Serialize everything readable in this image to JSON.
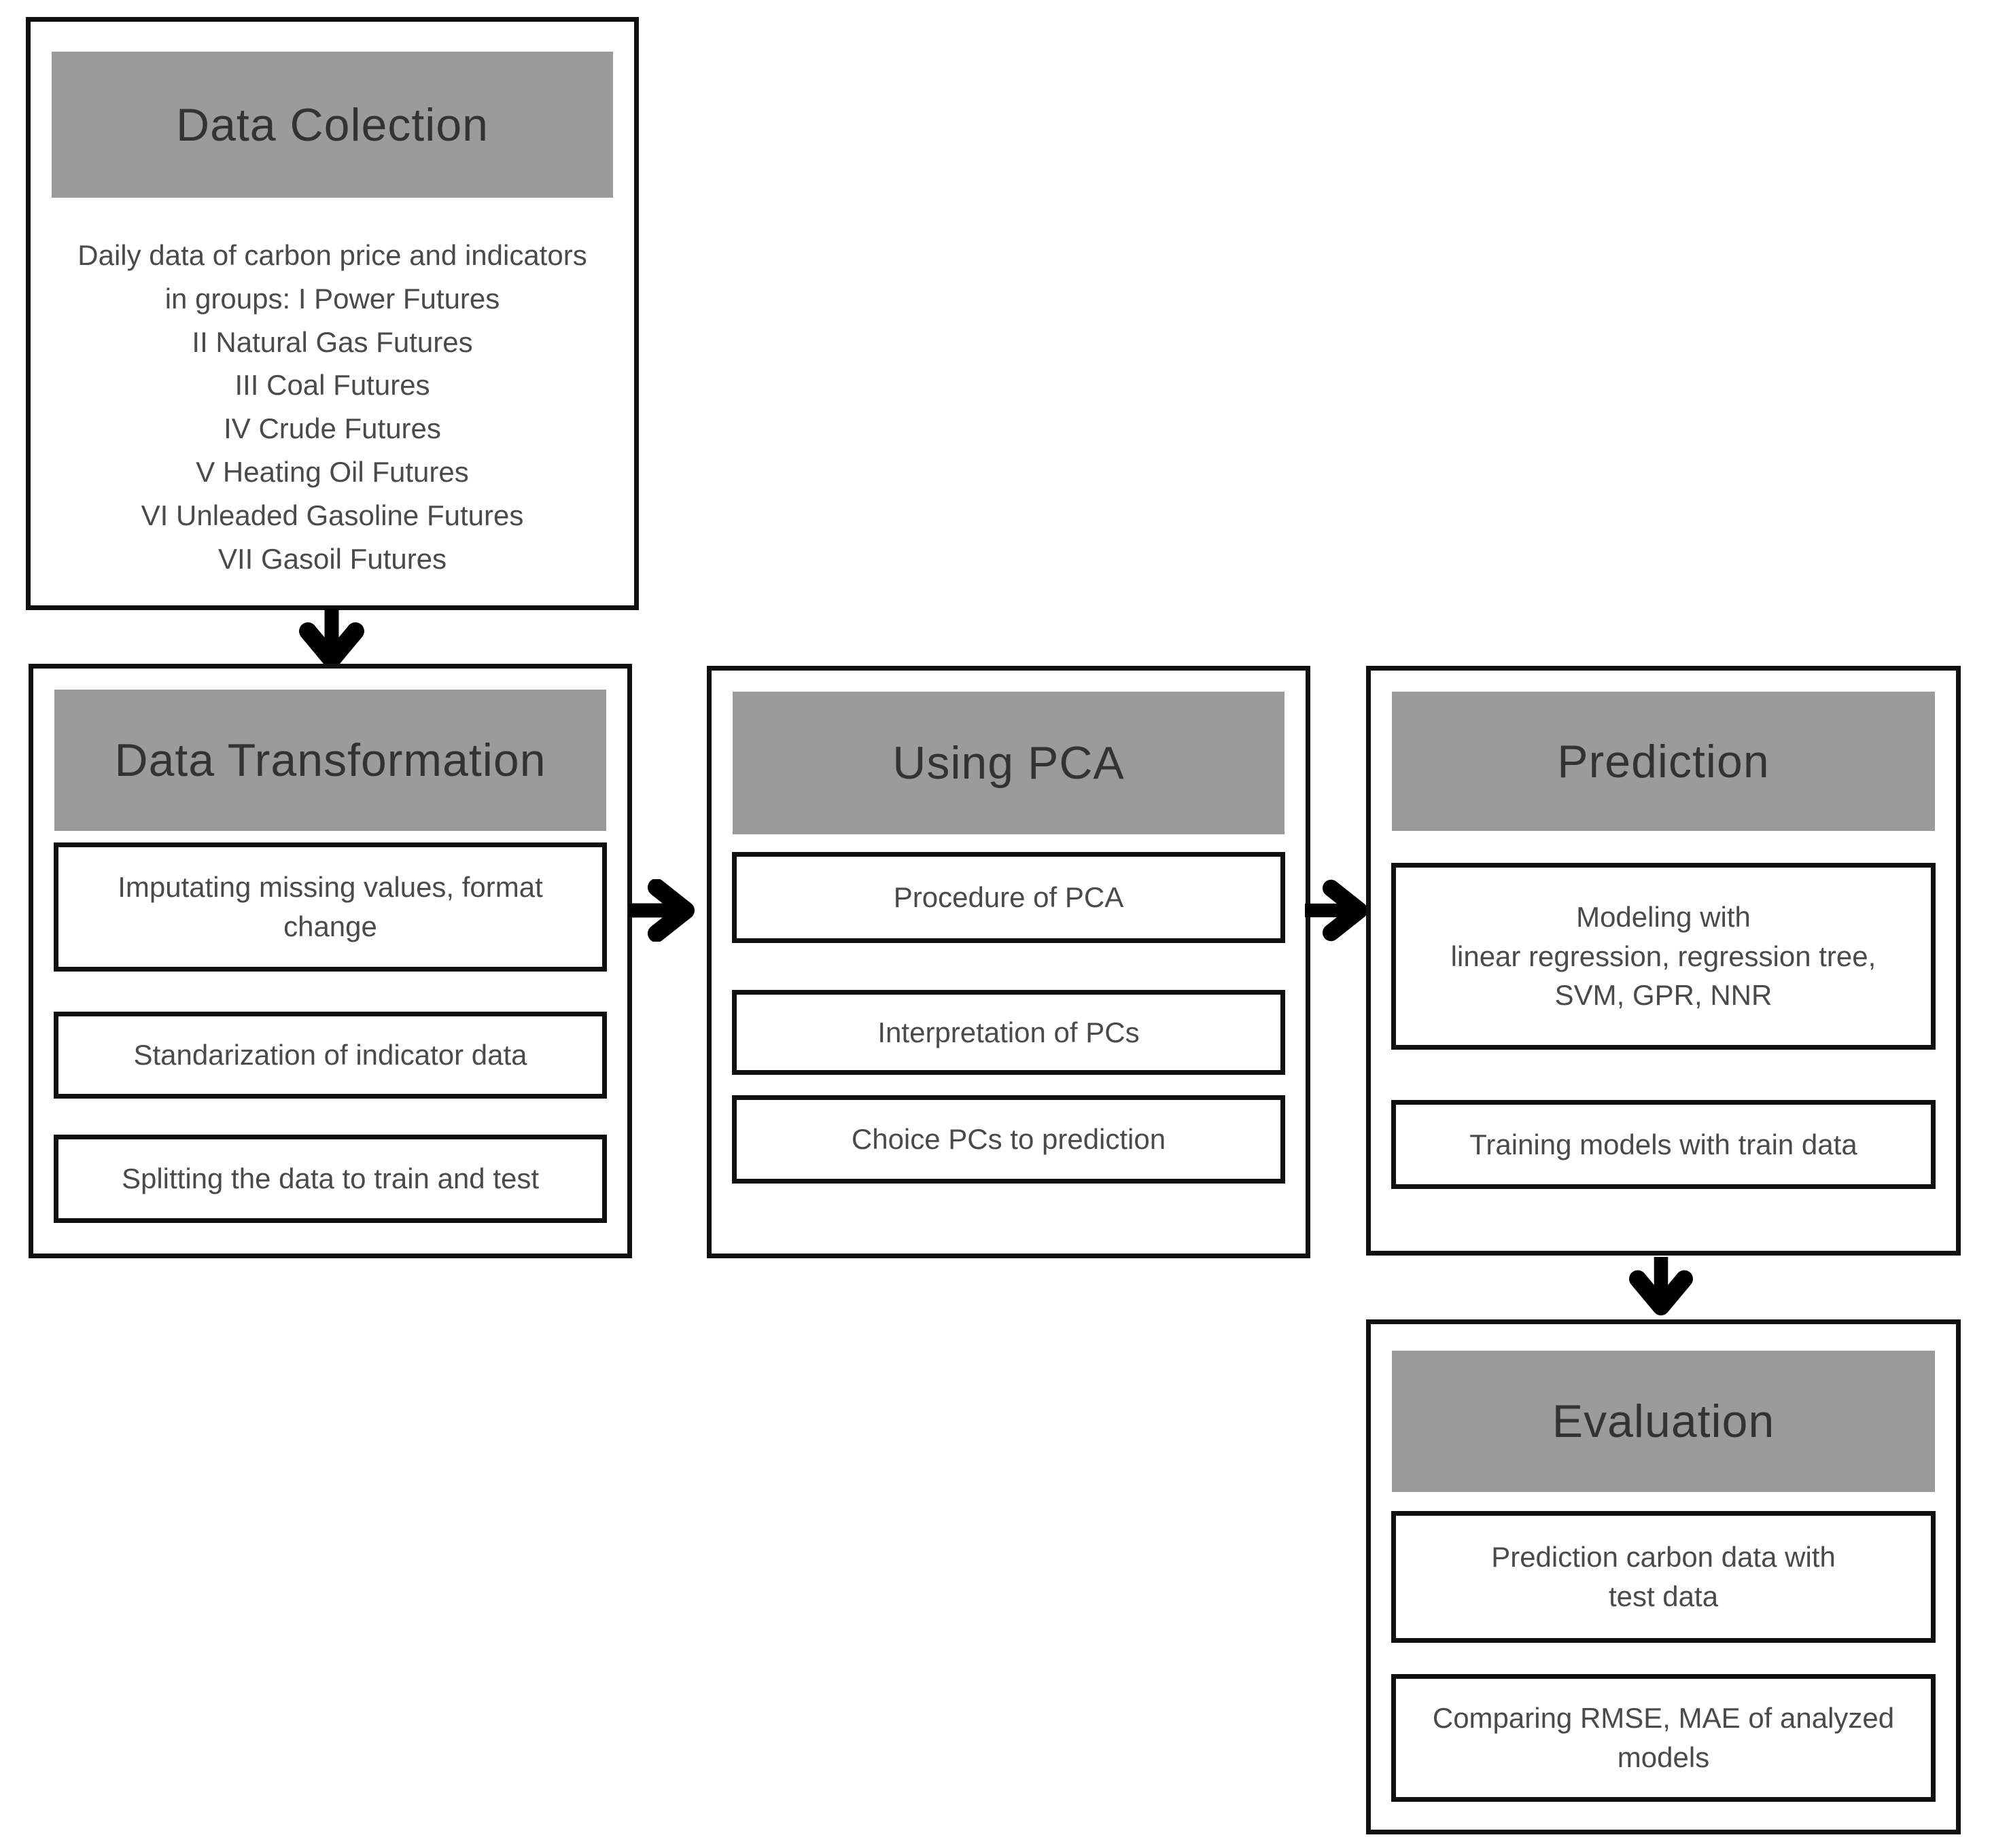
{
  "flowchart": {
    "boxes": [
      {
        "title": "Data Colection",
        "body": "Daily data of carbon price and indicators\nin groups: I Power Futures\nII Natural Gas Futures\nIII Coal Futures\nIV Crude Futures\nV Heating Oil Futures\nVI Unleaded Gasoline Futures\nVII Gasoil Futures"
      },
      {
        "title": "Data Transformation",
        "items": [
          "Imputating missing values, format\nchange",
          "Standarization of indicator data",
          "Splitting the data to train and test"
        ]
      },
      {
        "title": "Using PCA",
        "items": [
          "Procedure of PCA",
          "Interpretation of PCs",
          "Choice PCs to prediction"
        ]
      },
      {
        "title": "Prediction",
        "items": [
          "Modeling with\nlinear regression, regression tree,\nSVM, GPR, NNR",
          "Training models with train data"
        ]
      },
      {
        "title": "Evaluation",
        "items": [
          "Prediction carbon data with\ntest data",
          "Comparing RMSE, MAE of analyzed\nmodels"
        ]
      }
    ],
    "arrows": [
      {
        "from": "Data Colection",
        "to": "Data Transformation",
        "direction": "down"
      },
      {
        "from": "Data Transformation",
        "to": "Using PCA",
        "direction": "right"
      },
      {
        "from": "Using PCA",
        "to": "Prediction",
        "direction": "right"
      },
      {
        "from": "Prediction",
        "to": "Evaluation",
        "direction": "down"
      }
    ],
    "colors": {
      "header_bg": "#9b9b9b",
      "header_text": "#333333",
      "body_text": "#4a4a4a",
      "border": "#101010",
      "arrow": "#000000",
      "canvas_bg": "#ffffff"
    }
  }
}
